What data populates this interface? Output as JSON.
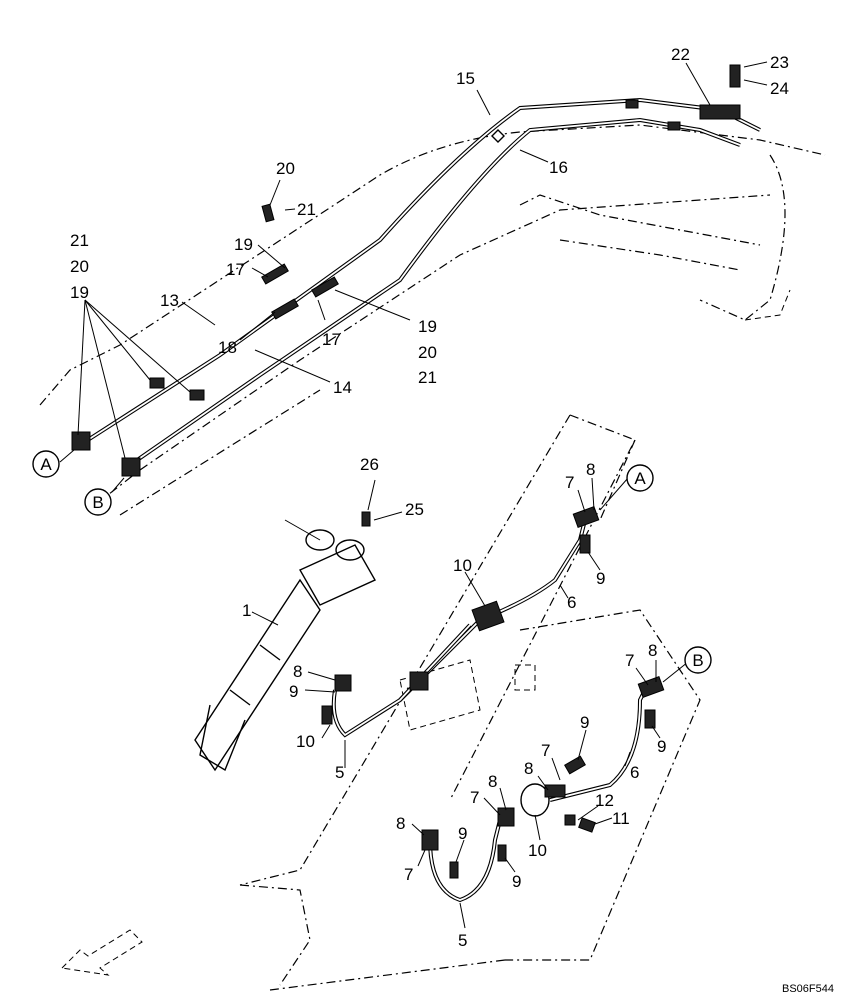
{
  "callouts": {
    "c1": "1",
    "c5a": "5",
    "c5b": "5",
    "c6a": "6",
    "c6b": "6",
    "c7a": "7",
    "c7b": "7",
    "c7c": "7",
    "c7d": "7",
    "c7e": "7",
    "c8a": "8",
    "c8b": "8",
    "c8c": "8",
    "c8d": "8",
    "c8e": "8",
    "c8f": "8",
    "c9a": "9",
    "c9b": "9",
    "c9c": "9",
    "c9d": "9",
    "c9e": "9",
    "c9f": "9",
    "c10a": "10",
    "c10b": "10",
    "c10c": "10",
    "c11": "11",
    "c12": "12",
    "c13": "13",
    "c14": "14",
    "c15": "15",
    "c16": "16",
    "c17a": "17",
    "c17b": "17",
    "c18": "18",
    "c19a": "19",
    "c19b": "19",
    "c19c": "19",
    "c20a": "20",
    "c20b": "20",
    "c20c": "20",
    "c21a": "21",
    "c21b": "21",
    "c21c": "21",
    "c22": "22",
    "c23": "23",
    "c24": "24",
    "c25": "25",
    "c26": "26"
  },
  "connectors": {
    "a_left": "A",
    "b_left": "B",
    "a_right": "A",
    "b_right": "B"
  },
  "figure_code": "BS06F544"
}
